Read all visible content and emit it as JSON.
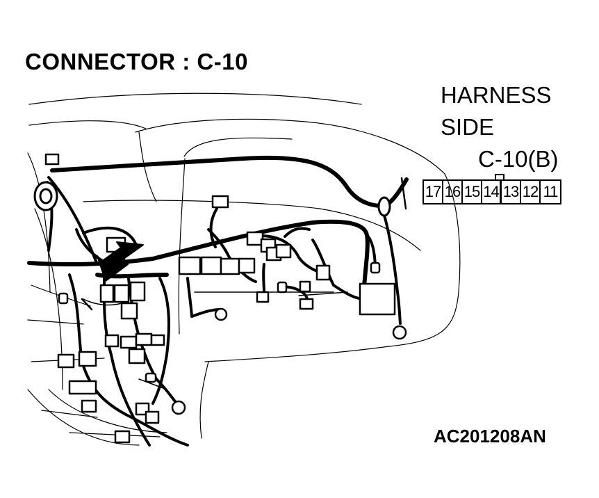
{
  "title": "CONNECTOR : C-10",
  "harness": {
    "line1": "HARNESS",
    "line2": "SIDE",
    "connector_id": "C-10(B)"
  },
  "pins": [
    "17",
    "16",
    "15",
    "14",
    "13",
    "12",
    "11"
  ],
  "figure_code": "AC201208AN",
  "arrow_icon": "pointer-arrow-icon"
}
